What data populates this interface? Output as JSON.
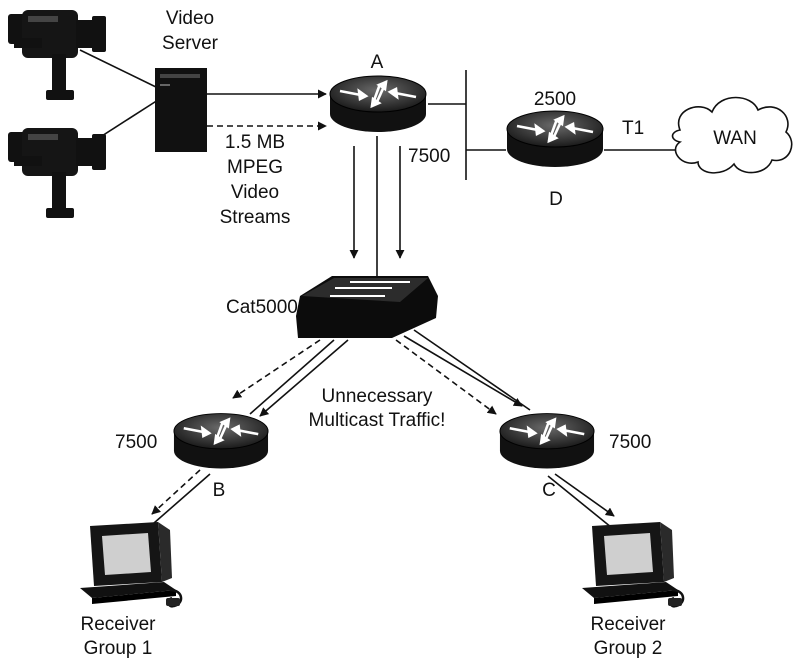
{
  "labels": {
    "video_server": [
      "Video",
      "Server"
    ],
    "streams_note": [
      "1.5 MB",
      "MPEG",
      "Video",
      "Streams"
    ],
    "router_a_name": "A",
    "router_a_model": "7500",
    "router_d_model": "2500",
    "router_d_name": "D",
    "link_t1": "T1",
    "wan": "WAN",
    "switch": "Cat5000",
    "warning": [
      "Unnecessary",
      "Multicast Traffic!"
    ],
    "router_b_model": "7500",
    "router_b_name": "B",
    "router_c_model": "7500",
    "router_c_name": "C",
    "receiver_1": [
      "Receiver",
      "Group 1"
    ],
    "receiver_2": [
      "Receiver",
      "Group 2"
    ]
  },
  "colors": {
    "line": "#111111",
    "device": "#1a1a1a",
    "screen": "#cfcfcf",
    "background": "#ffffff"
  },
  "icons": {
    "camera": "video-camera-icon",
    "server": "server-icon",
    "router": "router-icon",
    "switch": "switch-icon",
    "cloud": "cloud-icon",
    "workstation": "workstation-icon"
  }
}
